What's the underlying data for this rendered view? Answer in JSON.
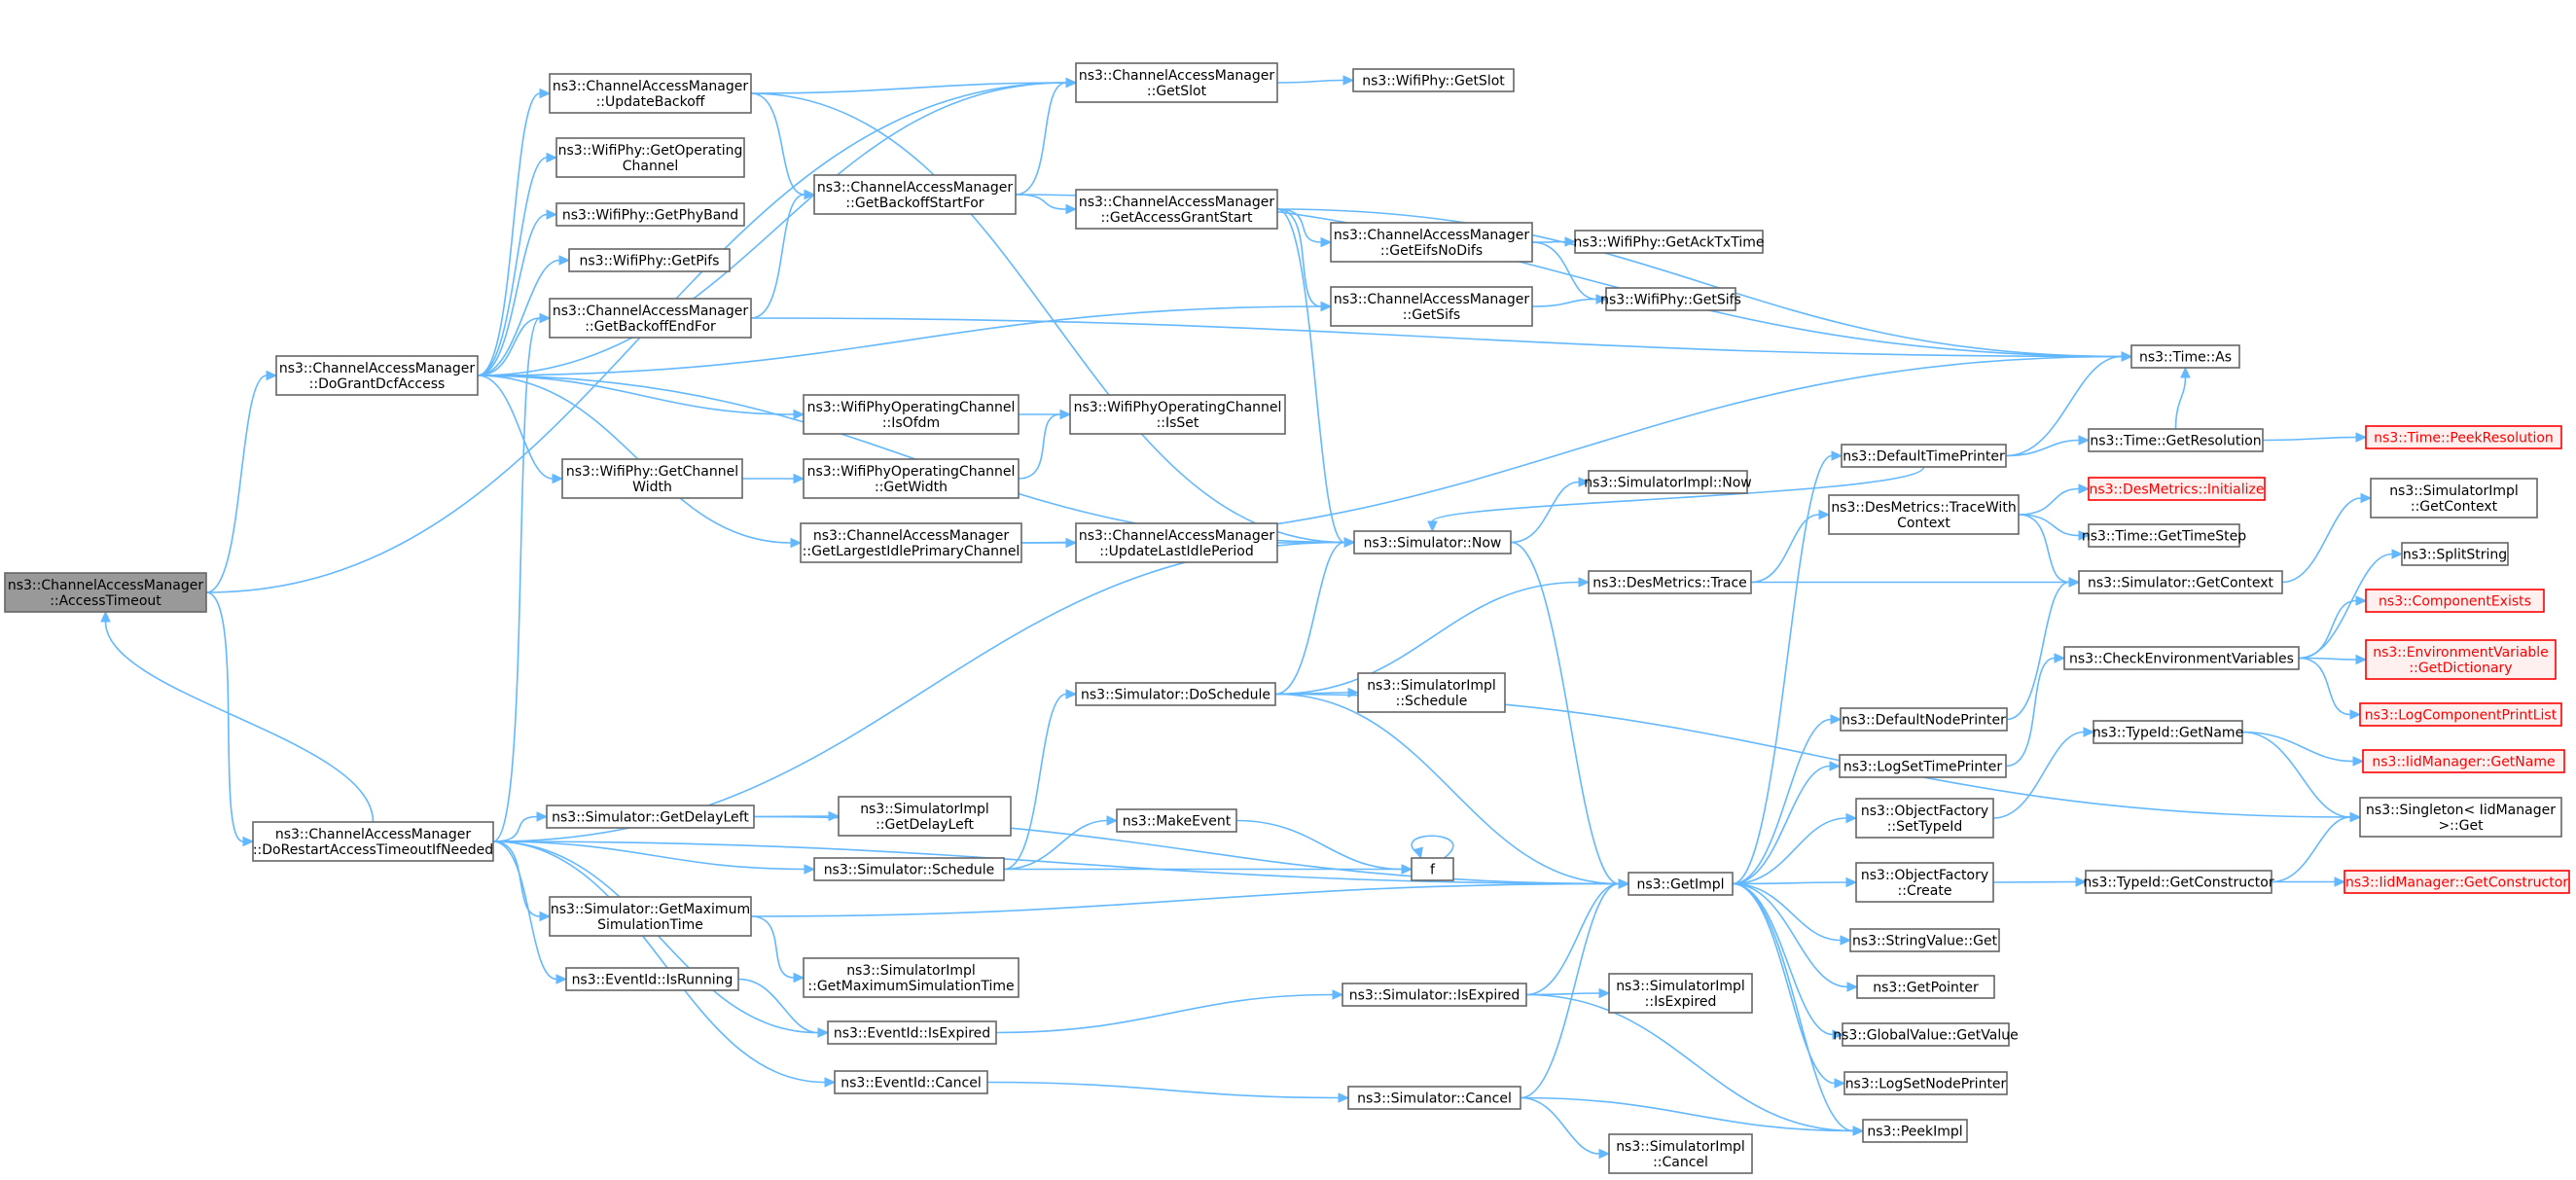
{
  "colors": {
    "edge": "#63b8ff",
    "border": "#666666",
    "root_fill": "#999999",
    "missing_text": "#ff0000"
  },
  "nodes": [
    {
      "id": "n0",
      "lines": [
        "ns3::ChannelAccessManager",
        "::AccessTimeout"
      ],
      "style": "root"
    },
    {
      "id": "n1",
      "lines": [
        "ns3::ChannelAccessManager",
        "::DoGrantDcfAccess"
      ],
      "style": "normal"
    },
    {
      "id": "n2",
      "lines": [
        "ns3::ChannelAccessManager",
        "::DoRestartAccessTimeoutIfNeeded"
      ],
      "style": "normal"
    },
    {
      "id": "n3",
      "lines": [
        "ns3::ChannelAccessManager",
        "::UpdateBackoff"
      ],
      "style": "normal"
    },
    {
      "id": "n4",
      "lines": [
        "ns3::WifiPhy::GetOperating",
        "Channel"
      ],
      "style": "normal"
    },
    {
      "id": "n5",
      "lines": [
        "ns3::WifiPhy::GetPhyBand"
      ],
      "style": "normal"
    },
    {
      "id": "n6",
      "lines": [
        "ns3::WifiPhy::GetPifs"
      ],
      "style": "normal"
    },
    {
      "id": "n7",
      "lines": [
        "ns3::ChannelAccessManager",
        "::GetBackoffEndFor"
      ],
      "style": "normal"
    },
    {
      "id": "n8",
      "lines": [
        "ns3::WifiPhy::GetChannel",
        "Width"
      ],
      "style": "normal"
    },
    {
      "id": "n9",
      "lines": [
        "ns3::ChannelAccessManager",
        "::GetSlot"
      ],
      "style": "normal"
    },
    {
      "id": "n10",
      "lines": [
        "ns3::WifiPhy::GetSlot"
      ],
      "style": "normal"
    },
    {
      "id": "n11",
      "lines": [
        "ns3::ChannelAccessManager",
        "::GetBackoffStartFor"
      ],
      "style": "normal"
    },
    {
      "id": "n12",
      "lines": [
        "ns3::ChannelAccessManager",
        "::GetAccessGrantStart"
      ],
      "style": "normal"
    },
    {
      "id": "n13",
      "lines": [
        "ns3::ChannelAccessManager",
        "::GetEifsNoDifs"
      ],
      "style": "normal"
    },
    {
      "id": "n14",
      "lines": [
        "ns3::WifiPhy::GetAckTxTime"
      ],
      "style": "normal"
    },
    {
      "id": "n15",
      "lines": [
        "ns3::ChannelAccessManager",
        "::GetSifs"
      ],
      "style": "normal"
    },
    {
      "id": "n16",
      "lines": [
        "ns3::WifiPhy::GetSifs"
      ],
      "style": "normal"
    },
    {
      "id": "n17",
      "lines": [
        "ns3::Time::As"
      ],
      "style": "normal"
    },
    {
      "id": "n18",
      "lines": [
        "ns3::WifiPhyOperatingChannel",
        "::IsOfdm"
      ],
      "style": "normal"
    },
    {
      "id": "n19",
      "lines": [
        "ns3::WifiPhyOperatingChannel",
        "::IsSet"
      ],
      "style": "normal"
    },
    {
      "id": "n20",
      "lines": [
        "ns3::WifiPhyOperatingChannel",
        "::GetWidth"
      ],
      "style": "normal"
    },
    {
      "id": "n21",
      "lines": [
        "ns3::ChannelAccessManager",
        "::GetLargestIdlePrimaryChannel"
      ],
      "style": "normal"
    },
    {
      "id": "n22",
      "lines": [
        "ns3::ChannelAccessManager",
        "::UpdateLastIdlePeriod"
      ],
      "style": "normal"
    },
    {
      "id": "n23",
      "lines": [
        "ns3::Simulator::Now"
      ],
      "style": "normal"
    },
    {
      "id": "n24",
      "lines": [
        "ns3::SimulatorImpl::Now"
      ],
      "style": "normal"
    },
    {
      "id": "n25",
      "lines": [
        "ns3::DefaultTimePrinter"
      ],
      "style": "normal"
    },
    {
      "id": "n26",
      "lines": [
        "ns3::Time::GetResolution"
      ],
      "style": "normal"
    },
    {
      "id": "n27",
      "lines": [
        "ns3::Time::PeekResolution"
      ],
      "style": "red"
    },
    {
      "id": "n28",
      "lines": [
        "ns3::DesMetrics::TraceWith",
        "Context"
      ],
      "style": "normal"
    },
    {
      "id": "n29",
      "lines": [
        "ns3::DesMetrics::Initialize"
      ],
      "style": "red"
    },
    {
      "id": "n30",
      "lines": [
        "ns3::Time::GetTimeStep"
      ],
      "style": "normal"
    },
    {
      "id": "n31",
      "lines": [
        "ns3::SimulatorImpl",
        "::GetContext"
      ],
      "style": "normal"
    },
    {
      "id": "n32",
      "lines": [
        "ns3::DesMetrics::Trace"
      ],
      "style": "normal"
    },
    {
      "id": "n33",
      "lines": [
        "ns3::Simulator::GetContext"
      ],
      "style": "normal"
    },
    {
      "id": "n34",
      "lines": [
        "ns3::SplitString"
      ],
      "style": "normal"
    },
    {
      "id": "n35",
      "lines": [
        "ns3::ComponentExists"
      ],
      "style": "red"
    },
    {
      "id": "n36",
      "lines": [
        "ns3::CheckEnvironmentVariables"
      ],
      "style": "normal"
    },
    {
      "id": "n37",
      "lines": [
        "ns3::EnvironmentVariable",
        "::GetDictionary"
      ],
      "style": "red"
    },
    {
      "id": "n38",
      "lines": [
        "ns3::LogComponentPrintList"
      ],
      "style": "red"
    },
    {
      "id": "n39",
      "lines": [
        "ns3::Simulator::DoSchedule"
      ],
      "style": "normal"
    },
    {
      "id": "n40",
      "lines": [
        "ns3::SimulatorImpl",
        "::Schedule"
      ],
      "style": "normal"
    },
    {
      "id": "n41",
      "lines": [
        "ns3::DefaultNodePrinter"
      ],
      "style": "normal"
    },
    {
      "id": "n42",
      "lines": [
        "ns3::LogSetTimePrinter"
      ],
      "style": "normal"
    },
    {
      "id": "n43",
      "lines": [
        "ns3::TypeId::GetName"
      ],
      "style": "normal"
    },
    {
      "id": "n44",
      "lines": [
        "ns3::IidManager::GetName"
      ],
      "style": "red"
    },
    {
      "id": "n45",
      "lines": [
        "ns3::Singleton< IidManager",
        ">::Get"
      ],
      "style": "normal"
    },
    {
      "id": "n46",
      "lines": [
        "ns3::Simulator::GetDelayLeft"
      ],
      "style": "normal"
    },
    {
      "id": "n47",
      "lines": [
        "ns3::SimulatorImpl",
        "::GetDelayLeft"
      ],
      "style": "normal"
    },
    {
      "id": "n48",
      "lines": [
        "ns3::MakeEvent"
      ],
      "style": "normal"
    },
    {
      "id": "n49",
      "lines": [
        "ns3::ObjectFactory",
        "::SetTypeId"
      ],
      "style": "normal"
    },
    {
      "id": "n50",
      "lines": [
        "ns3::Simulator::Schedule"
      ],
      "style": "normal"
    },
    {
      "id": "n51",
      "lines": [
        "f"
      ],
      "style": "normal"
    },
    {
      "id": "n52",
      "lines": [
        "ns3::GetImpl"
      ],
      "style": "normal"
    },
    {
      "id": "n53",
      "lines": [
        "ns3::ObjectFactory",
        "::Create"
      ],
      "style": "normal"
    },
    {
      "id": "n54",
      "lines": [
        "ns3::TypeId::GetConstructor"
      ],
      "style": "normal"
    },
    {
      "id": "n55",
      "lines": [
        "ns3::IidManager::GetConstructor"
      ],
      "style": "red"
    },
    {
      "id": "n56",
      "lines": [
        "ns3::Simulator::GetMaximum",
        "SimulationTime"
      ],
      "style": "normal"
    },
    {
      "id": "n57",
      "lines": [
        "ns3::StringValue::Get"
      ],
      "style": "normal"
    },
    {
      "id": "n58",
      "lines": [
        "ns3::SimulatorImpl",
        "::GetMaximumSimulationTime"
      ],
      "style": "normal"
    },
    {
      "id": "n59",
      "lines": [
        "ns3::EventId::IsRunning"
      ],
      "style": "normal"
    },
    {
      "id": "n60",
      "lines": [
        "ns3::GetPointer"
      ],
      "style": "normal"
    },
    {
      "id": "n61",
      "lines": [
        "ns3::EventId::IsExpired"
      ],
      "style": "normal"
    },
    {
      "id": "n62",
      "lines": [
        "ns3::Simulator::IsExpired"
      ],
      "style": "normal"
    },
    {
      "id": "n63",
      "lines": [
        "ns3::SimulatorImpl",
        "::IsExpired"
      ],
      "style": "normal"
    },
    {
      "id": "n64",
      "lines": [
        "ns3::GlobalValue::GetValue"
      ],
      "style": "normal"
    },
    {
      "id": "n65",
      "lines": [
        "ns3::LogSetNodePrinter"
      ],
      "style": "normal"
    },
    {
      "id": "n66",
      "lines": [
        "ns3::EventId::Cancel"
      ],
      "style": "normal"
    },
    {
      "id": "n67",
      "lines": [
        "ns3::Simulator::Cancel"
      ],
      "style": "normal"
    },
    {
      "id": "n68",
      "lines": [
        "ns3::PeekImpl"
      ],
      "style": "normal"
    },
    {
      "id": "n69",
      "lines": [
        "ns3::SimulatorImpl",
        "::Cancel"
      ],
      "style": "normal"
    }
  ],
  "edges": [
    [
      "n0",
      "n1"
    ],
    [
      "n0",
      "n2"
    ],
    [
      "n2",
      "n0"
    ],
    [
      "n0",
      "n9"
    ],
    [
      "n1",
      "n3"
    ],
    [
      "n1",
      "n4"
    ],
    [
      "n1",
      "n5"
    ],
    [
      "n1",
      "n6"
    ],
    [
      "n1",
      "n7"
    ],
    [
      "n1",
      "n8"
    ],
    [
      "n1",
      "n9"
    ],
    [
      "n1",
      "n15"
    ],
    [
      "n1",
      "n18"
    ],
    [
      "n1",
      "n21"
    ],
    [
      "n1",
      "n23"
    ],
    [
      "n3",
      "n9"
    ],
    [
      "n3",
      "n11"
    ],
    [
      "n3",
      "n23"
    ],
    [
      "n7",
      "n11"
    ],
    [
      "n7",
      "n17"
    ],
    [
      "n11",
      "n9"
    ],
    [
      "n11",
      "n12"
    ],
    [
      "n11",
      "n17"
    ],
    [
      "n9",
      "n10"
    ],
    [
      "n12",
      "n13"
    ],
    [
      "n12",
      "n15"
    ],
    [
      "n12",
      "n17"
    ],
    [
      "n12",
      "n23"
    ],
    [
      "n13",
      "n14"
    ],
    [
      "n13",
      "n16"
    ],
    [
      "n15",
      "n16"
    ],
    [
      "n18",
      "n19"
    ],
    [
      "n8",
      "n20"
    ],
    [
      "n20",
      "n19"
    ],
    [
      "n21",
      "n22"
    ],
    [
      "n21",
      "n17"
    ],
    [
      "n22",
      "n23"
    ],
    [
      "n23",
      "n24"
    ],
    [
      "n23",
      "n52"
    ],
    [
      "n25",
      "n23"
    ],
    [
      "n25",
      "n17"
    ],
    [
      "n25",
      "n26"
    ],
    [
      "n26",
      "n17"
    ],
    [
      "n26",
      "n27"
    ],
    [
      "n28",
      "n29"
    ],
    [
      "n28",
      "n30"
    ],
    [
      "n28",
      "n33"
    ],
    [
      "n32",
      "n28"
    ],
    [
      "n32",
      "n33"
    ],
    [
      "n33",
      "n31"
    ],
    [
      "n36",
      "n34"
    ],
    [
      "n36",
      "n35"
    ],
    [
      "n36",
      "n37"
    ],
    [
      "n36",
      "n38"
    ],
    [
      "n39",
      "n23"
    ],
    [
      "n39",
      "n32"
    ],
    [
      "n39",
      "n40"
    ],
    [
      "n39",
      "n52"
    ],
    [
      "n39",
      "n45"
    ],
    [
      "n41",
      "n33"
    ],
    [
      "n42",
      "n36"
    ],
    [
      "n43",
      "n44"
    ],
    [
      "n43",
      "n45"
    ],
    [
      "n46",
      "n47"
    ],
    [
      "n46",
      "n52"
    ],
    [
      "n48",
      "n51"
    ],
    [
      "n51",
      "n51"
    ],
    [
      "n49",
      "n43"
    ],
    [
      "n50",
      "n39"
    ],
    [
      "n50",
      "n48"
    ],
    [
      "n50",
      "n51"
    ],
    [
      "n52",
      "n25"
    ],
    [
      "n52",
      "n41"
    ],
    [
      "n52",
      "n42"
    ],
    [
      "n52",
      "n49"
    ],
    [
      "n52",
      "n53"
    ],
    [
      "n52",
      "n57"
    ],
    [
      "n52",
      "n60"
    ],
    [
      "n52",
      "n64"
    ],
    [
      "n52",
      "n65"
    ],
    [
      "n52",
      "n68"
    ],
    [
      "n53",
      "n54"
    ],
    [
      "n54",
      "n55"
    ],
    [
      "n54",
      "n45"
    ],
    [
      "n56",
      "n52"
    ],
    [
      "n56",
      "n58"
    ],
    [
      "n59",
      "n61"
    ],
    [
      "n61",
      "n62"
    ],
    [
      "n62",
      "n52"
    ],
    [
      "n62",
      "n63"
    ],
    [
      "n62",
      "n68"
    ],
    [
      "n66",
      "n67"
    ],
    [
      "n67",
      "n52"
    ],
    [
      "n67",
      "n68"
    ],
    [
      "n67",
      "n69"
    ],
    [
      "n2",
      "n7"
    ],
    [
      "n2",
      "n23"
    ],
    [
      "n2",
      "n46"
    ],
    [
      "n2",
      "n50"
    ],
    [
      "n2",
      "n52"
    ],
    [
      "n2",
      "n56"
    ],
    [
      "n2",
      "n59"
    ],
    [
      "n2",
      "n61"
    ],
    [
      "n2",
      "n66"
    ]
  ]
}
